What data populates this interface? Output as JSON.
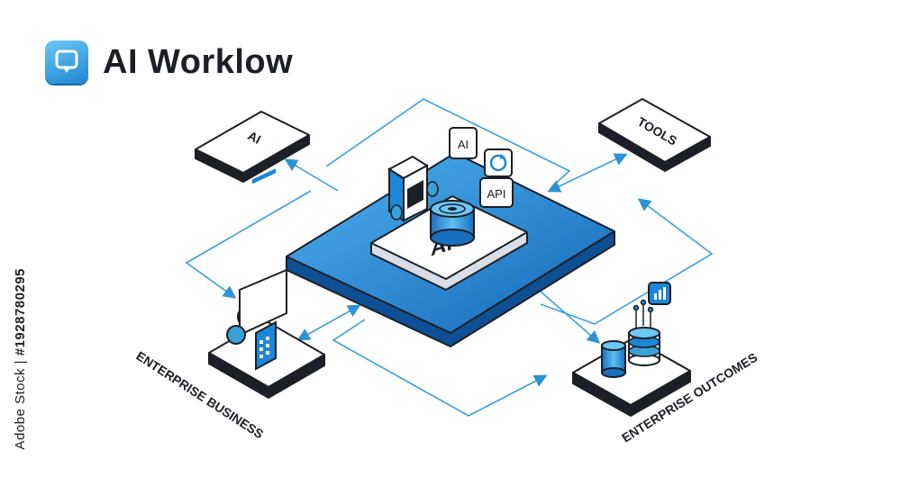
{
  "header": {
    "title": "AI Worklow",
    "logo_icon": "chat-pin-icon"
  },
  "diagram": {
    "center_label": "AI",
    "center_badges": [
      "AI",
      "API"
    ],
    "center_icons": [
      "database-target-icon",
      "chair-device-icon",
      "refresh-icon"
    ],
    "nodes": {
      "ai": "AI",
      "tools": "TOOLS",
      "enterprise_business": "ENTERPRISE BUSINESS",
      "enterprise_outcomes": "ENTERPRISE OUTCOMES"
    }
  },
  "watermark": {
    "stock_prefix": "Adobe Stock |",
    "stock_number": "#1928780295"
  },
  "colors": {
    "accent": "#1d86d6",
    "accent_light": "#62bff0",
    "dark": "#1c1f26",
    "line": "#3aa0d8"
  }
}
